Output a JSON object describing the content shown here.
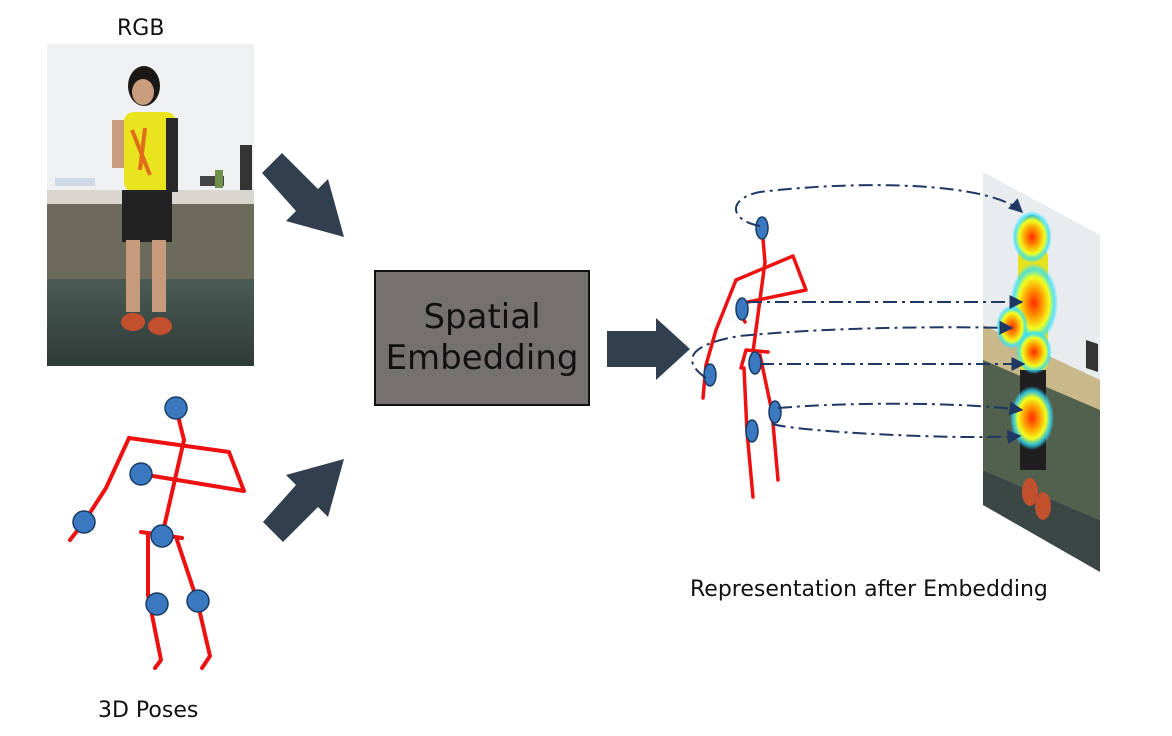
{
  "labels": {
    "rgb": "RGB",
    "poses": "3D Poses",
    "representation": "Representation after Embedding"
  },
  "embedding_box": {
    "line1": "Spatial",
    "line2": "Embedding"
  },
  "colors": {
    "skeleton": "#ee1111",
    "joint": "#3a78bf",
    "arrow": "#2e3a4c",
    "box": "#767171",
    "dashed_link": "#1f3864"
  },
  "images": {
    "rgb_photo": "person-standing-photo",
    "heatmap_photo": "person-heatmap-photo"
  }
}
